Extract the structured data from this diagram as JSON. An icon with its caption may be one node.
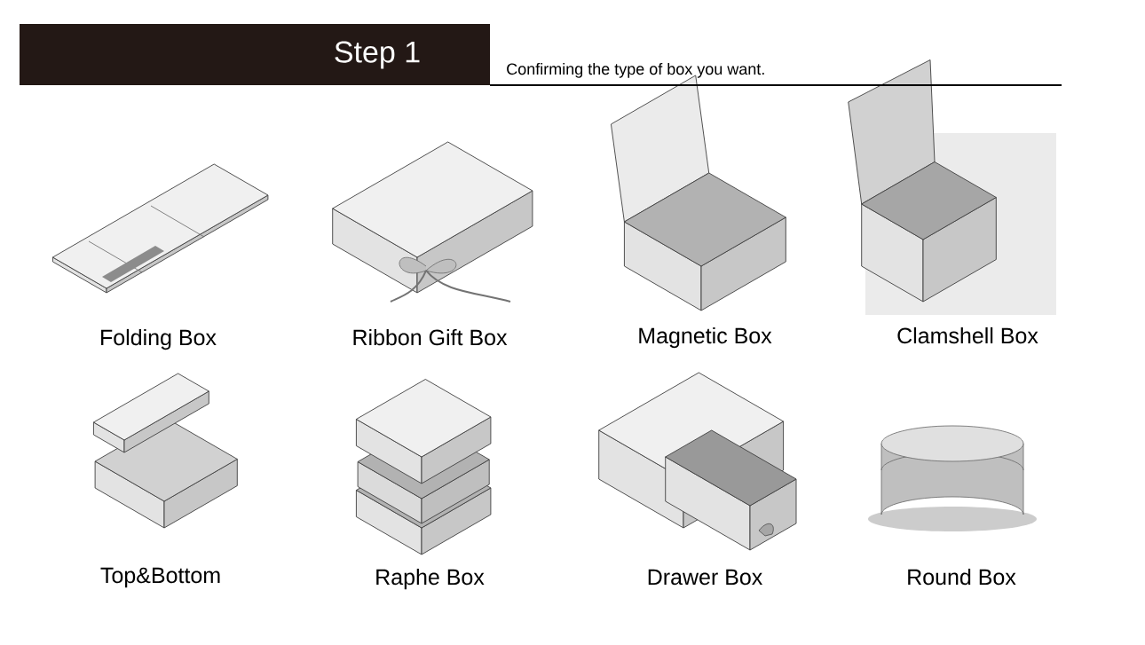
{
  "diagram": {
    "title": "Step 1",
    "labels": [
      "Confirming the type of box you want.",
      "Folding Box",
      "Ribbon Gift Box",
      "Magnetic Box",
      "Clamshell Box",
      "Top&Bottom",
      "Raphe Box",
      "Drawer Box",
      "Round Box"
    ]
  }
}
